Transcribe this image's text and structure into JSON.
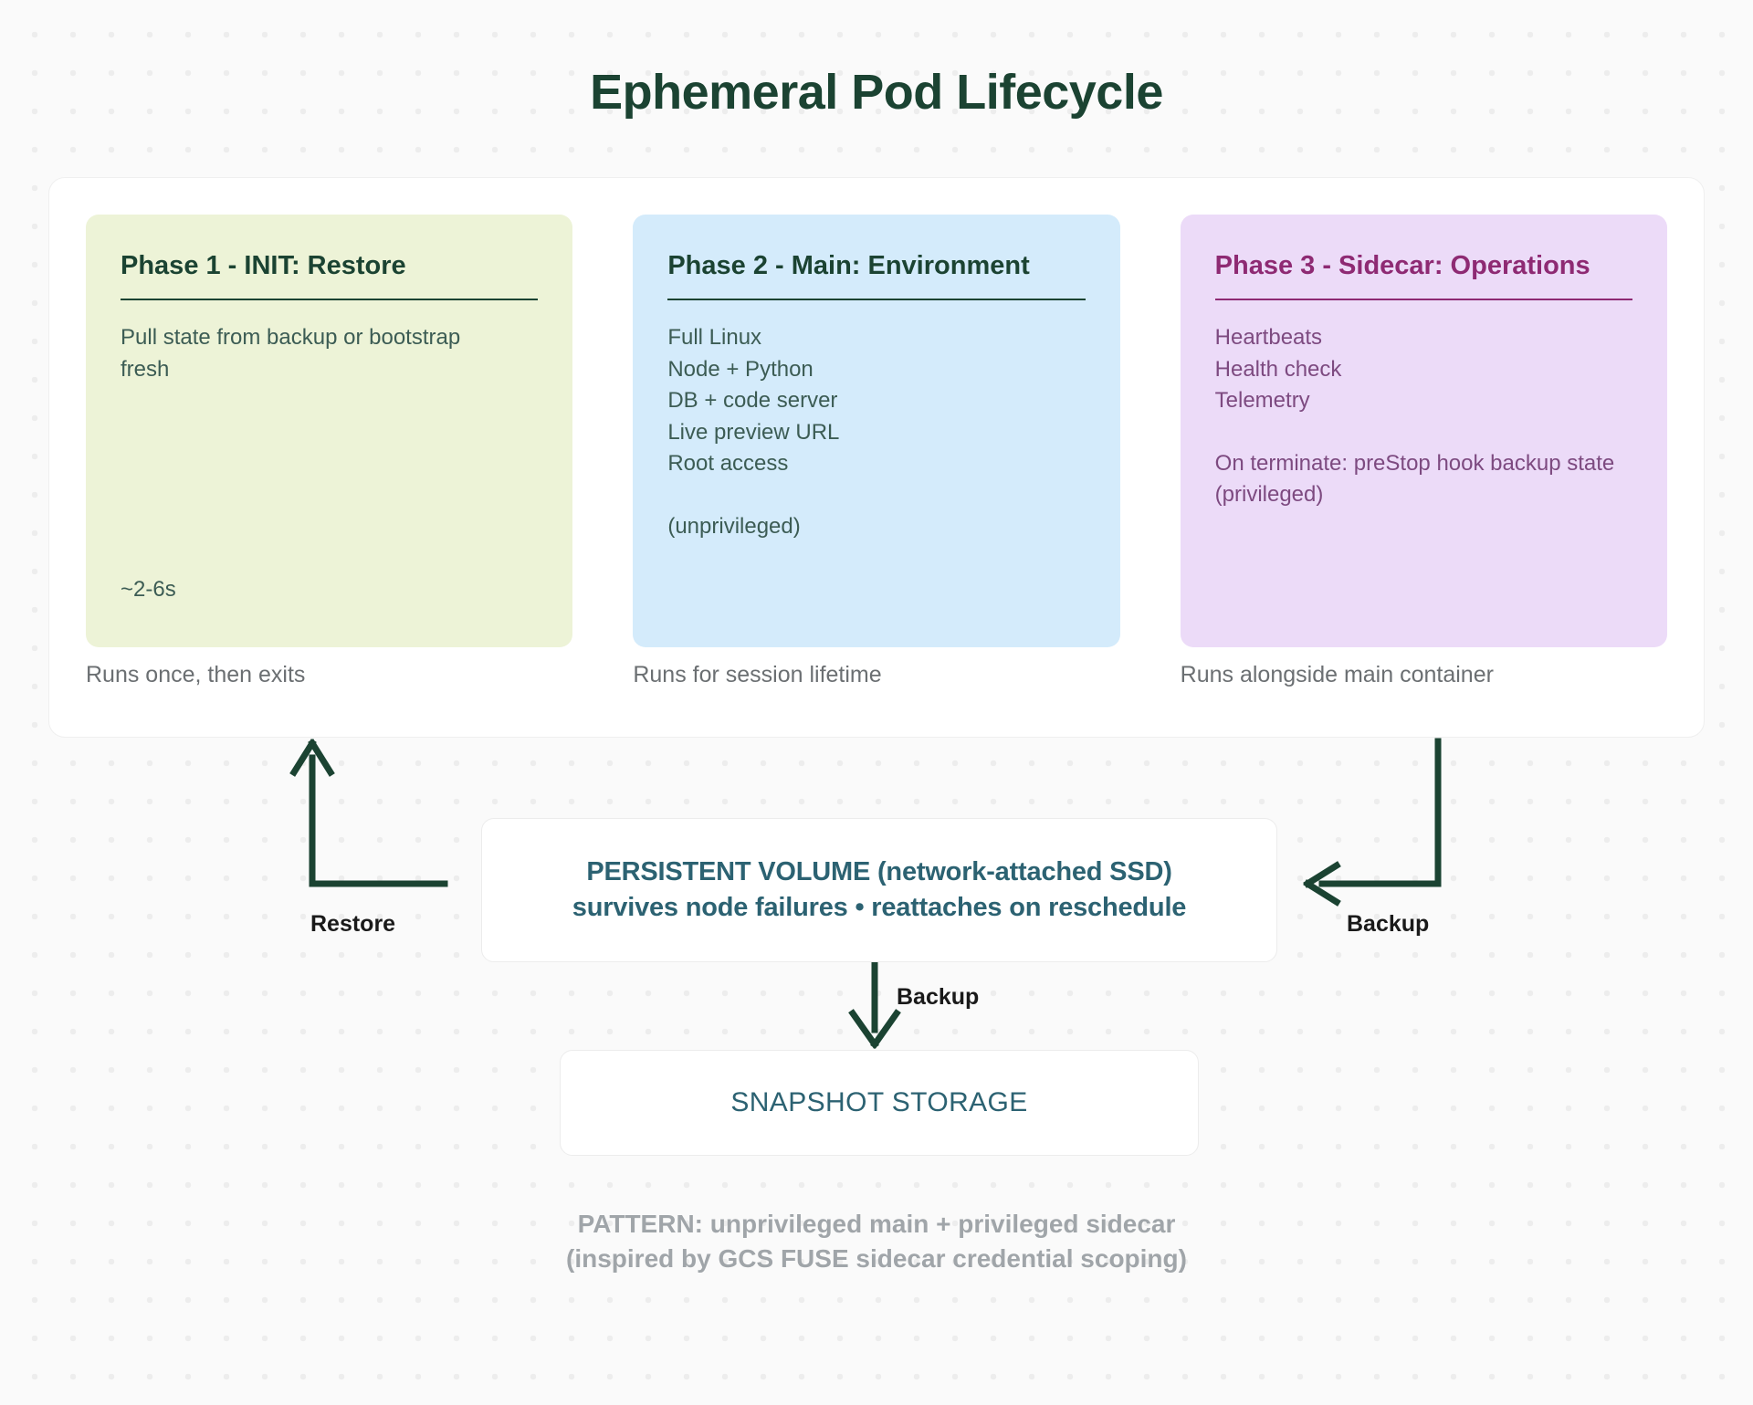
{
  "title": "Ephemeral Pod Lifecycle",
  "colors": {
    "title": "#1b4332",
    "card1_bg": "#edf3d7",
    "card2_bg": "#d4ebfb",
    "card3_bg": "#ecdbf8",
    "green_text": "#1b4332",
    "purple_text": "#8e2a73",
    "teal_text": "#2c6272",
    "caption_gray": "#6b6f72",
    "footer_gray": "#a0a5a9",
    "arrow": "#1b4332"
  },
  "phases": [
    {
      "title": "Phase 1 - INIT: Restore",
      "lines": [
        "Pull state from backup or bootstrap",
        "fresh"
      ],
      "note": "~2-6s",
      "caption": "Runs once, then exits"
    },
    {
      "title": "Phase 2 - Main: Environment",
      "lines": [
        "Full Linux",
        "Node + Python",
        "DB + code server",
        "Live preview URL",
        "Root access"
      ],
      "note": "(unprivileged)",
      "caption": "Runs for session lifetime"
    },
    {
      "title": "Phase 3 - Sidecar: Operations",
      "lines": [
        "Heartbeats",
        "Health check",
        "Telemetry"
      ],
      "note": "On terminate: preStop hook backup state (privileged)",
      "caption": "Runs alongside main container"
    }
  ],
  "persistent_volume": {
    "line1": "PERSISTENT VOLUME (network-attached SSD)",
    "line2": "survives node failures • reattaches on reschedule"
  },
  "snapshot_storage": {
    "label": "SNAPSHOT STORAGE"
  },
  "arrows": {
    "restore_label": "Restore",
    "backup_right_label": "Backup",
    "backup_mid_label": "Backup"
  },
  "footer": {
    "line1": "PATTERN: unprivileged main + privileged sidecar",
    "line2": "(inspired by GCS FUSE sidecar credential scoping)"
  }
}
